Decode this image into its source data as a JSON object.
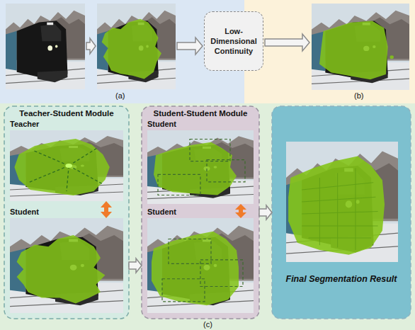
{
  "diagram": {
    "nodes": [
      {
        "text": [
          "Low-Dimensional Continuity"
        ]
      },
      {
        "text": [
          "Teacher-Student Module"
        ]
      },
      {
        "text": [
          "Teacher"
        ],
        "in": 1
      },
      {
        "text": [
          "Student"
        ],
        "in": 1
      },
      {
        "text": [
          "Student-Student Module"
        ]
      },
      {
        "text": [
          "Student"
        ],
        "in": 4
      },
      {
        "text": [
          "Student"
        ],
        "in": 4
      },
      {
        "text": [
          "Final Segmentation Result"
        ]
      }
    ],
    "edges": [
      {
        "from": 2,
        "to": 3,
        "arrow": "both"
      },
      {
        "from": 1,
        "to": 4,
        "arrow": "to"
      },
      {
        "from": 5,
        "to": 6,
        "arrow": "both"
      },
      {
        "from": 4,
        "to": 7,
        "arrow": "to"
      }
    ],
    "labels": [
      "(a)",
      "(b)",
      "(c)"
    ]
  }
}
